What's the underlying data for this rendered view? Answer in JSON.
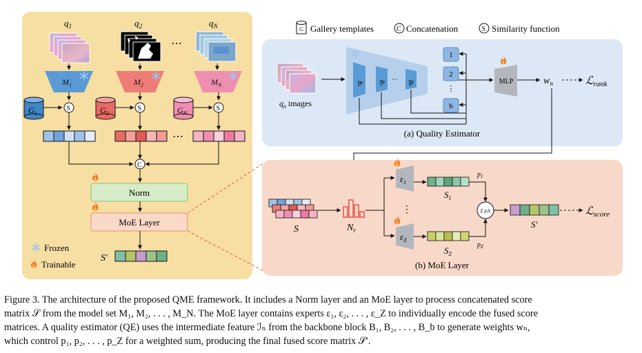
{
  "legend": {
    "gallery_templates": "Gallery templates",
    "concatenation": "Concatenation",
    "similarity_function": "Similarity function",
    "frozen": "Frozen",
    "trainable": "Trainable"
  },
  "left_panel": {
    "queries": [
      "q",
      "q",
      "q"
    ],
    "query_subscripts": [
      "1",
      "2",
      "N"
    ],
    "models": [
      "M",
      "M",
      "M"
    ],
    "model_subscripts": [
      "1",
      "2",
      "N"
    ],
    "galleries": [
      "G",
      "G",
      "G"
    ],
    "gallery_subscripts": [
      "1",
      "2",
      "N"
    ],
    "ellipsis": "⋯",
    "similarity_symbol": "S",
    "concat_symbol": "C",
    "norm_label": "Norm",
    "moe_label": "MoE Layer",
    "output_label": "S′"
  },
  "quality_estimator": {
    "input_label": "q",
    "input_subscript": "n",
    "input_suffix": " images",
    "blocks": [
      "B",
      "B",
      "B"
    ],
    "block_subscripts": [
      "1",
      "2",
      "b"
    ],
    "block_dots": "···",
    "outputs": [
      "1",
      "2",
      "⋮",
      "b"
    ],
    "mlp_label": "MLP",
    "weight_label": "w",
    "weight_subscript": "n",
    "loss_label": "ℒ",
    "loss_subscript": "rank",
    "caption": "(a) Quality Estimator"
  },
  "moe_layer": {
    "input_label": "S",
    "norm_label": "N",
    "norm_subscript": "r",
    "experts": [
      "ε",
      "ε"
    ],
    "expert_subscripts": [
      "1",
      "Z"
    ],
    "expert_dots": "⋮",
    "score_labels": [
      "S",
      "S"
    ],
    "score_subscripts": [
      "1",
      "Z"
    ],
    "weights": [
      "p",
      "p"
    ],
    "weight_subscripts": [
      "1",
      "Z"
    ],
    "sum_label": "Σ pᵢSᵢ",
    "output_label": "S′",
    "loss_label": "ℒ",
    "loss_subscript": "score",
    "caption": "(b) MoE Layer"
  },
  "caption": {
    "lines": [
      "Figure 3. The architecture of the proposed QME framework. It includes a Norm layer and an MoE layer to process concatenated score",
      "matrix 𝒮 from the model set M₁, M₂, . . . , M_N. The MoE layer contains experts ε₁, ε₂, . . . , ε_Z to individually encode the fused score",
      "matrices. A quality estimator (QE) uses the intermediate feature ℐₙ from the backbone block B₁, B₂, . . . , B_b to generate weights wₙ,",
      "which control p₁, p₂, . . . , p_Z for a weighted sum, producing the final fused score matrix 𝒮′."
    ]
  },
  "colors": {
    "left_panel_bg": "#f7dfa3",
    "qe_panel_bg": "#dce8f5",
    "moe_panel_bg": "#f8d8c8",
    "model1": "#5b9bd5",
    "model2": "#ee7d77",
    "modelN": "#ee8fb0",
    "norm_fill": "#d7ecc9",
    "moe_fill": "#fbd9c8",
    "flame": "#f07a2a",
    "snow": "#9fc4f0"
  }
}
